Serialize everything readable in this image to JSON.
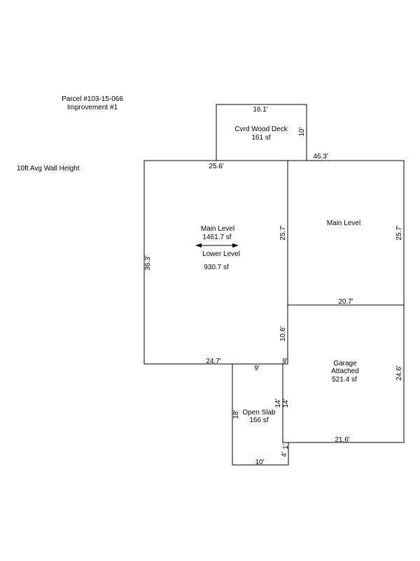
{
  "header": {
    "parcel": "Parcel #103-15-066",
    "improvement": "Improvement #1",
    "wall_height": "10ft Avg Wall Height"
  },
  "areas": {
    "deck": {
      "name": "Cvrd Wood Deck",
      "area": "161 sf"
    },
    "main_left": {
      "name": "Main Level",
      "area": "1461.7 sf",
      "lower_name": "Lower Level",
      "lower_area": "930.7 sf"
    },
    "main_right": {
      "name": "Main Level"
    },
    "garage": {
      "line1": "Garage",
      "line2": "Attached",
      "area": "521.4 sf"
    },
    "slab": {
      "name": "Open Slab",
      "area": "166 sf"
    }
  },
  "dimensions": {
    "deck_top": "16.1'",
    "deck_side": "10'",
    "main_top_right": "46.3'",
    "main_top_left": "25.6'",
    "main_left_side": "36.3'",
    "main_mid_side": "25.7'",
    "main_right_side": "25.7'",
    "main_right_bottom": "20.7'",
    "main_mid_lower_side": "10.6'",
    "main_bottom": "24.7'",
    "slab_top": "9'",
    "slab_top_small": "9'",
    "slab_left": "18'",
    "slab_inner_left": "14'",
    "slab_inner_right": "14'",
    "slab_lower_right_a": "1'",
    "slab_lower_right_b": "4'",
    "slab_bottom": "10'",
    "garage_side": "24.6'",
    "garage_bottom": "21.6'"
  }
}
